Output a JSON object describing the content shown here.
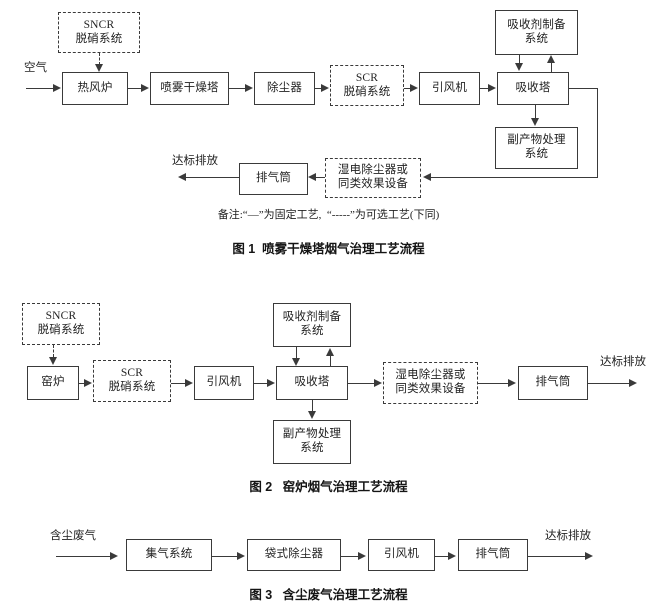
{
  "page": {
    "title": "烟气治理工艺流程图",
    "background": "#ffffff",
    "line_color": "#3a3a3a"
  },
  "figures": [
    {
      "id": "fig1",
      "caption": "图 1  喷雾干燥塔烟气治理工艺流程",
      "note": "备注:“—”为固定工艺,  “-----”为可选工艺(下同)",
      "inlet_label": "空气",
      "outlet_label": "达标排放",
      "nodes": [
        {
          "key": "sncr",
          "label": "SNCR\n脱硝系统",
          "style": "dashed"
        },
        {
          "key": "hotblast",
          "label": "热风炉",
          "style": "solid"
        },
        {
          "key": "spraytower",
          "label": "喷雾干燥塔",
          "style": "solid"
        },
        {
          "key": "dust",
          "label": "除尘器",
          "style": "solid"
        },
        {
          "key": "scr",
          "label": "SCR\n脱硝系统",
          "style": "dashed"
        },
        {
          "key": "idfan",
          "label": "引风机",
          "style": "solid"
        },
        {
          "key": "absorber",
          "label": "吸收塔",
          "style": "solid"
        },
        {
          "key": "sorbent",
          "label": "吸收剂制备\n系统",
          "style": "solid"
        },
        {
          "key": "byproduct",
          "label": "副产物处理\n系统",
          "style": "solid"
        },
        {
          "key": "wesp",
          "label": "湿电除尘器或\n同类效果设备",
          "style": "dashed"
        },
        {
          "key": "stack",
          "label": "排气筒",
          "style": "solid"
        }
      ]
    },
    {
      "id": "fig2",
      "caption": "图 2   窑炉烟气治理工艺流程",
      "outlet_label": "达标排放",
      "nodes": [
        {
          "key": "sncr",
          "label": "SNCR\n脱硝系统",
          "style": "dashed"
        },
        {
          "key": "kiln",
          "label": "窑炉",
          "style": "solid"
        },
        {
          "key": "scr",
          "label": "SCR\n脱硝系统",
          "style": "dashed"
        },
        {
          "key": "idfan",
          "label": "引风机",
          "style": "solid"
        },
        {
          "key": "absorber",
          "label": "吸收塔",
          "style": "solid"
        },
        {
          "key": "sorbent",
          "label": "吸收剂制备\n系统",
          "style": "solid"
        },
        {
          "key": "byproduct",
          "label": "副产物处理\n系统",
          "style": "solid"
        },
        {
          "key": "wesp",
          "label": "湿电除尘器或\n同类效果设备",
          "style": "dashed"
        },
        {
          "key": "stack",
          "label": "排气筒",
          "style": "solid"
        }
      ]
    },
    {
      "id": "fig3",
      "caption": "图 3   含尘废气治理工艺流程",
      "inlet_label": "含尘废气",
      "outlet_label": "达标排放",
      "nodes": [
        {
          "key": "gather",
          "label": "集气系统",
          "style": "solid"
        },
        {
          "key": "baghouse",
          "label": "袋式除尘器",
          "style": "solid"
        },
        {
          "key": "idfan",
          "label": "引风机",
          "style": "solid"
        },
        {
          "key": "stack",
          "label": "排气筒",
          "style": "solid"
        }
      ]
    }
  ]
}
